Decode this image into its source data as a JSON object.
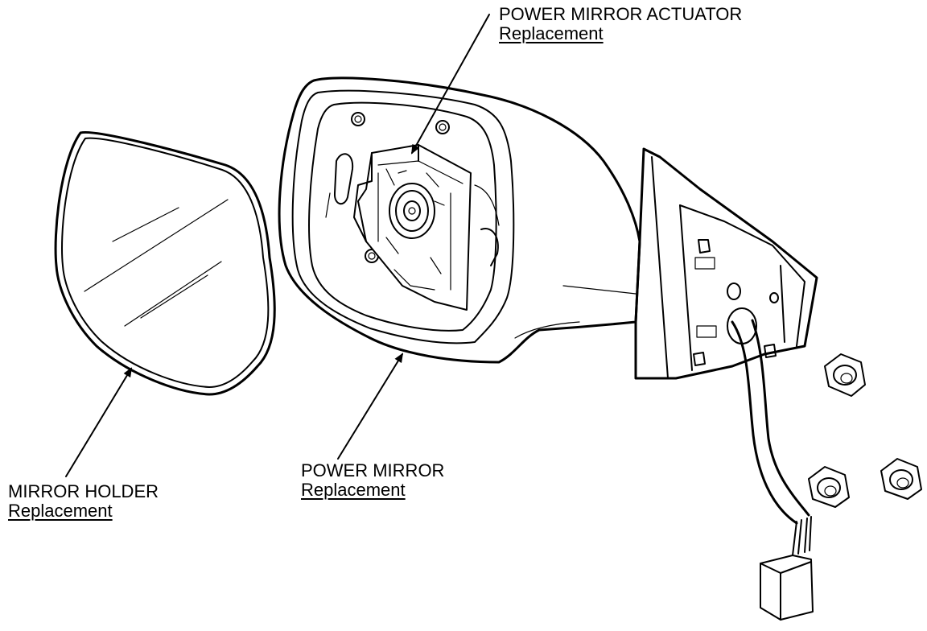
{
  "labels": {
    "actuator": {
      "title": "POWER MIRROR ACTUATOR",
      "link": "Replacement"
    },
    "mirror": {
      "title": "POWER MIRROR",
      "link": "Replacement"
    },
    "holder": {
      "title": "MIRROR HOLDER",
      "link": "Replacement"
    }
  },
  "colors": {
    "line": "#000000",
    "background": "#ffffff"
  }
}
